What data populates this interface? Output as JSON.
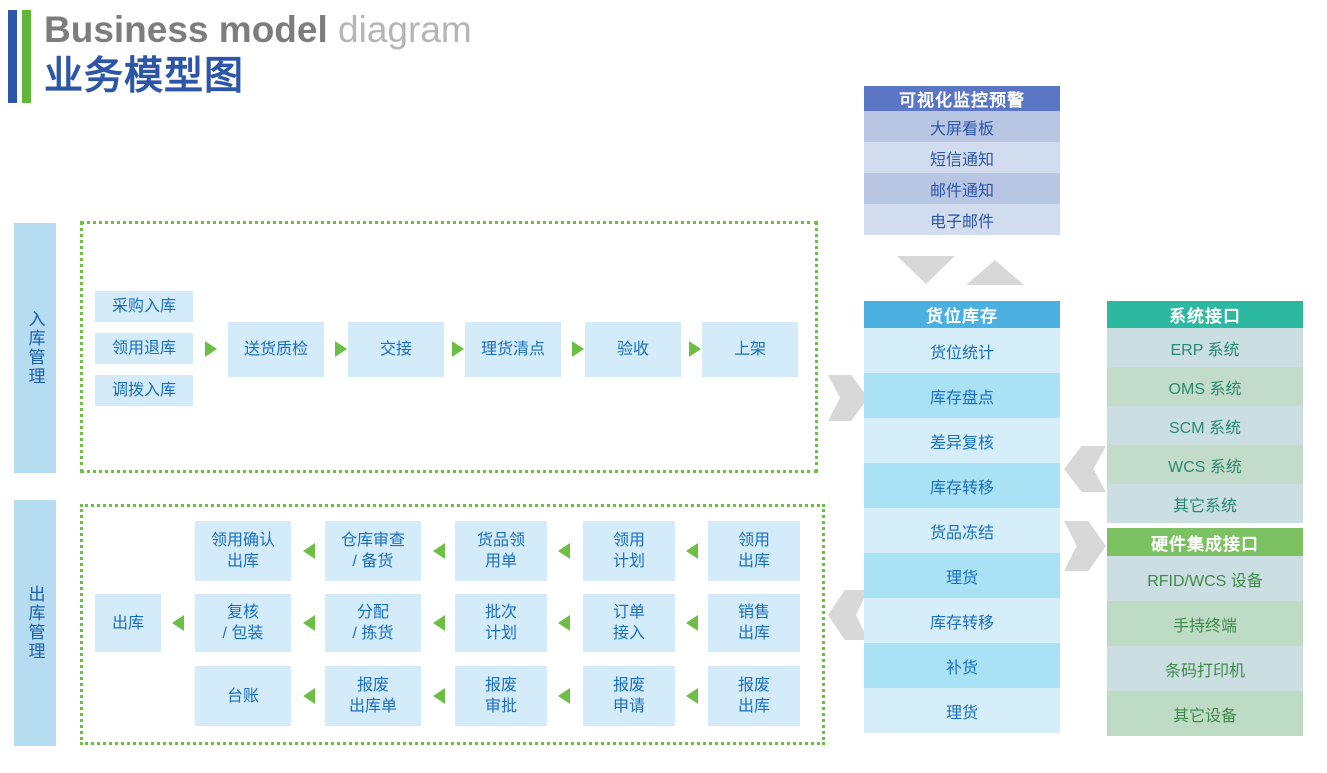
{
  "title": {
    "en_bold": "Business model",
    "en_light": " diagram",
    "cn": "业务模型图",
    "accent_blue": "#2d56a8",
    "accent_green": "#62b73b"
  },
  "inbound": {
    "label": "入库管理",
    "start_stack": [
      "采购入库",
      "领用退库",
      "调拨入库"
    ],
    "steps": [
      "送货质检",
      "交接",
      "理货清点",
      "验收",
      "上架"
    ],
    "arrow": "triangle-right-green"
  },
  "outbound": {
    "label": "出库管理",
    "rows": [
      [
        "领用确认\n出库",
        "仓库审查\n/ 备货",
        "货品领\n用单",
        "领用\n计划",
        "领用\n出库"
      ],
      [
        "出库",
        "复核\n/ 包装",
        "分配\n/ 拣货",
        "批次\n计划",
        "订单\n接入",
        "销售\n出库"
      ],
      [
        "台账",
        "报废\n出库单",
        "报废\n审批",
        "报废\n申请",
        "报废\n出库"
      ]
    ],
    "arrow": "triangle-left-green"
  },
  "monitoring": {
    "header": "可视化监控预警",
    "header_color": "#5b76c4",
    "rows": [
      "大屏看板",
      "短信通知",
      "邮件通知",
      "电子邮件"
    ],
    "row_color_a": "#b8c6e4",
    "row_color_b": "#d2dcef"
  },
  "inventory": {
    "header": "货位库存",
    "header_color": "#4bb0e0",
    "rows": [
      "货位统计",
      "库存盘点",
      "差异复核",
      "库存转移",
      "货品冻结",
      "理货",
      "库存转移",
      "补货",
      "理货"
    ],
    "row_color_a": "#d6eefa",
    "row_color_b": "#aae2f5"
  },
  "system_interface": {
    "header": "系统接口",
    "header_color": "#2cb9a0",
    "rows": [
      "ERP 系统",
      "OMS 系统",
      "SCM 系统",
      "WCS 系统",
      "其它系统"
    ],
    "row_color_a": "#cbdee1",
    "row_color_b": "#c3dbc9",
    "text_color": "#2a8a70"
  },
  "hardware_interface": {
    "header": "硬件集成接口",
    "header_color": "#7cc263",
    "rows": [
      "RFID/WCS 设备",
      "手持终端",
      "条码打印机",
      "其它设备"
    ],
    "row_color_a": "#cbdee1",
    "row_color_b": "#bedbc5",
    "text_color": "#3f8b4a"
  },
  "connectors": {
    "inbound_to_inventory": "chevron-right",
    "outbound_to_inventory": "chevron-left",
    "inventory_to_system": "chevron-left",
    "inventory_to_hardware": "chevron-right",
    "monitoring_down": "chevron-down",
    "monitoring_up": "chevron-up"
  }
}
